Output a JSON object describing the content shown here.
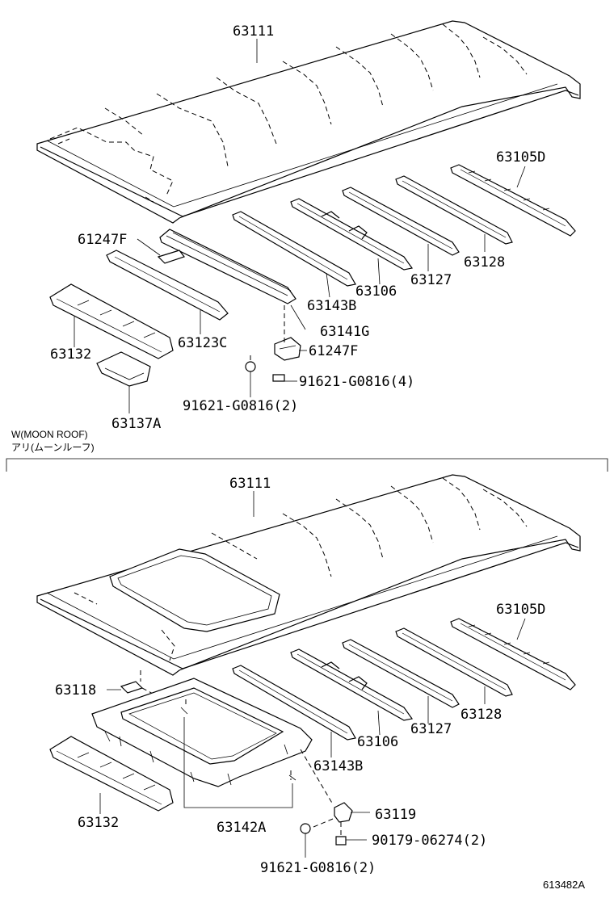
{
  "section_1": {
    "labels": {
      "roof_panel": "63111",
      "rear_bow": "63105D",
      "bow_63128": "63128",
      "bow_63127": "63127",
      "bow_63106": "63106",
      "bow_63143b": "63143B",
      "bracket_61247f_a": "61247F",
      "bow_63123c": "63123C",
      "bow_63141g": "63141G",
      "bracket_61247f_b": "61247F",
      "header_63132": "63132",
      "bolt_right": "91621-G0816(4)",
      "bolt_left": "91621-G0816(2)",
      "bracket_63137a": "63137A"
    }
  },
  "section_2": {
    "title_en": "W(MOON ROOF)",
    "title_jp": "アリ(ムーンルーフ)",
    "labels": {
      "roof_panel": "63111",
      "rear_bow": "63105D",
      "clip_63118": "63118",
      "bow_63128": "63128",
      "bow_63127": "63127",
      "bow_63106": "63106",
      "bow_63143b": "63143B",
      "header_63132": "63132",
      "frame_63142a": "63142A",
      "bracket_63119": "63119",
      "nut_90179": "90179-06274(2)",
      "bolt_left": "91621-G0816(2)"
    }
  },
  "figure_ref": "613482A"
}
